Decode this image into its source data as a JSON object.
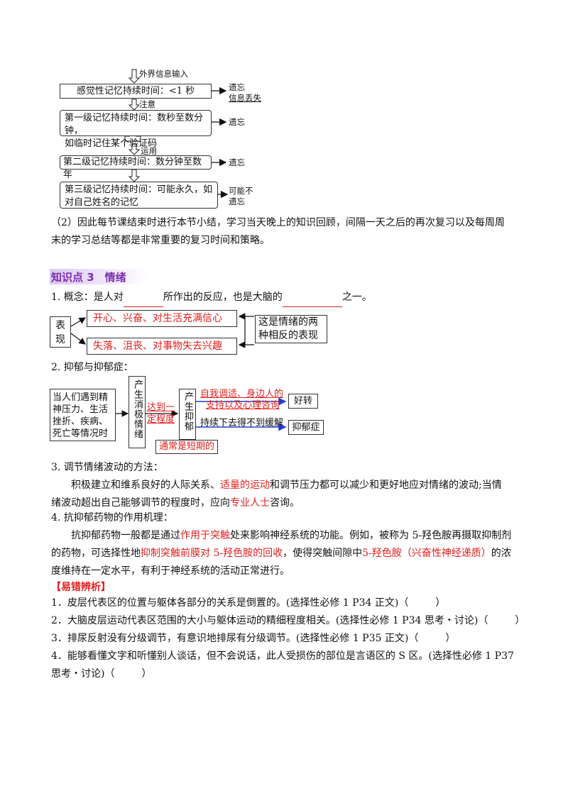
{
  "flow": {
    "input_label": "外界信息输入",
    "sensory": "感觉性记忆持续时间：<1 秒",
    "sensory_out_1": "遗忘",
    "sensory_out_2": "信息丢失",
    "attention": "注意",
    "first_1": "第一级记忆持续时间：数秒至数分钟，",
    "first_2": "如临时记住某个验证码",
    "first_out": "遗忘",
    "use": "运用",
    "second": "第二级记忆持续时间：数分钟至数年",
    "second_out": "遗忘",
    "third_1": "第三级记忆持续时间：可能永久，如",
    "third_2": "对自己姓名的记忆",
    "third_out_1": "可能不",
    "third_out_2": "遗忘"
  },
  "para_summary": {
    "line1": "（2）因此每节课结束时进行本节小结，学习当天晚上的知识回顾，间隔一天之后的再次复习以及每周周",
    "line2": "末的学习总结等都是非常重要的复习时间和策略。"
  },
  "section3": {
    "heading": "知识点 3　情绪"
  },
  "concept": {
    "prefix": "1. 概念：是人对",
    "mid": "所作出的反应，也是大脑的",
    "suffix": "之一。"
  },
  "expression": {
    "label": "表现",
    "positive": "开心、兴奋、对生活充满信心",
    "negative": "失落、沮丧、对事物失去兴趣",
    "note_1": "这是情绪的两",
    "note_2": "种相反的表现"
  },
  "depression": {
    "title": "2. 抑郁与抑郁症：",
    "cause_1": "当人们遇到精",
    "cause_2": "神压力、生活",
    "cause_3": "挫折、疾病、",
    "cause_4": "死亡等情况时",
    "produce_negative": "产生消极情绪",
    "reach_degree_1": "达到一",
    "reach_degree_2": "定程度",
    "produce_depress": "产生抑郁",
    "usually_short": "通常是短期的",
    "self_adjust_1": "自我调适、身边人的",
    "self_adjust_2": "支持以及心理咨询",
    "good": "好转",
    "persist": "持续下去得不到缓解",
    "disorder": "抑郁症"
  },
  "regulate": {
    "title": "3. 调节情绪波动的方法：",
    "p1_a": "积极建立和维系良好的人际关系、",
    "p1_red": "适量的运动",
    "p1_b": "和调节压力都可以减少和更好地应对情绪的波动;当情",
    "p2_a": "绪波动超出自己能够调节的程度时，应向",
    "p2_red": "专业人士",
    "p2_b": "咨询。"
  },
  "drug": {
    "title": "4. 抗抑郁药物的作用机理：",
    "l1_a": "抗抑郁药物一般都是通过",
    "l1_red": "作用于突触",
    "l1_b": "处来影响神经系统的功能。例如，被称为 5-羟色胺再摄取抑制剂",
    "l2_a": "的药物，可选择性地",
    "l2_red1": "抑制突触前膜对 5-羟色胺的回收",
    "l2_b": "，使得突触间隙中",
    "l2_red2": "5-羟色胺（兴奋性神经递质）",
    "l2_c": "的浓",
    "l3": "度维持在一定水平，有利于神经系统的活动正常进行。"
  },
  "errors": {
    "title": "【易错辨析】",
    "items": [
      "1．皮层代表区的位置与躯体各部分的关系是倒置的。(选择性必修 1 P34 正文)（",
      "2．大脑皮层运动代表区范围的大小与躯体运动的精细程度相关。(选择性必修 1 P34 思考・讨论)（",
      "3．排尿反射没有分级调节，有意识地排尿有分级调节。(选择性必修 1 P35 正文)（",
      "4．能够看懂文字和听懂别人谈话，但不会说话，此人受损伤的部位是言语区的 S 区。(选择性必修 1 P37"
    ],
    "item4_line2": "思考・讨论)（",
    "close": "）"
  }
}
